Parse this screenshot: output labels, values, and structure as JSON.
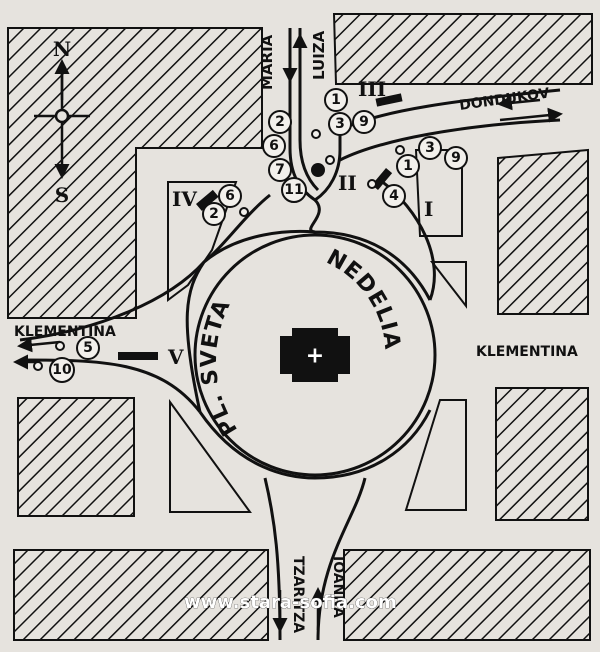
{
  "streets": {
    "maria": "MARIA",
    "luiza": "LUIZA",
    "dondukov": "DONDUKOV",
    "klementina_west": "KLEMENTINA",
    "klementina_east": "KLEMENTINA",
    "tzaritza": "TZARITZA",
    "yoanna": "IOANNA"
  },
  "plaza": {
    "line1": "PL. SVETA",
    "line2": "NEDELIA",
    "cross": "+"
  },
  "compass": {
    "north": "N",
    "south": "S"
  },
  "stations": [
    "I",
    "II",
    "III",
    "IV",
    "V"
  ],
  "stops": [
    "1",
    "3",
    "9",
    "2",
    "6",
    "7",
    "11",
    "1",
    "3",
    "9",
    "4",
    "6",
    "2",
    "5",
    "10"
  ],
  "watermark": "www.stara-sofia.com"
}
